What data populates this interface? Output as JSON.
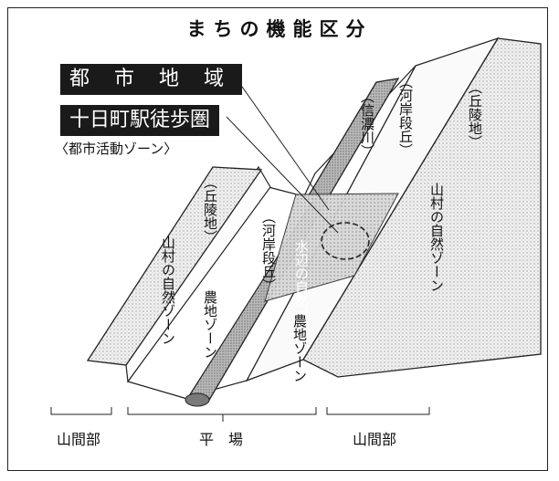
{
  "title": "まちの機能区分",
  "legend": {
    "urban_area": "都 市 地 域",
    "station_walk": "十日町駅徒歩圏",
    "urban_zone": "〈都市活動ゾーン〉"
  },
  "labels": {
    "left_hill": "（丘陵地）",
    "left_village": "山村の自然ゾーン",
    "left_terrace": "（河岸段丘）",
    "left_farm": "農地ゾーン",
    "river_name": "（信濃川）",
    "river_nature": "水辺の自然ゾーン",
    "right_farm": "農地ゾーン",
    "right_terrace": "（河岸段丘）",
    "right_hill": "（丘陵地）",
    "right_village": "山村の自然ゾーン"
  },
  "bottom": {
    "left": "山間部",
    "center": "平　場",
    "right": "山間部"
  }
}
